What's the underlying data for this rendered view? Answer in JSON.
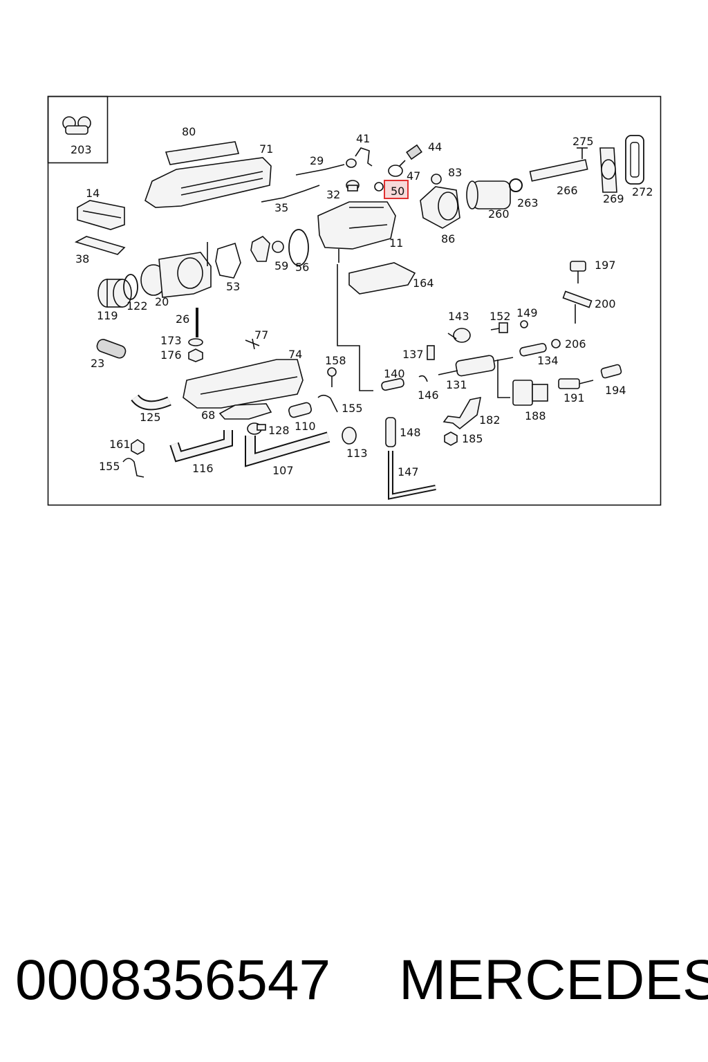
{
  "labels": {
    "l203": "203",
    "l80": "80",
    "l71": "71",
    "l41": "41",
    "l44": "44",
    "l29": "29",
    "l47": "47",
    "l83": "83",
    "l275": "275",
    "l14": "14",
    "l32": "32",
    "l35": "35",
    "l263": "263",
    "l266": "266",
    "l269": "269",
    "l272": "272",
    "l260": "260",
    "l86": "86",
    "l11": "11",
    "l38": "38",
    "l59": "59",
    "l56": "56",
    "l53": "53",
    "l197": "197",
    "l164": "164",
    "l119": "119",
    "l122": "122",
    "l20": "20",
    "l200": "200",
    "l26": "26",
    "l143": "143",
    "l152": "152",
    "l149": "149",
    "l173": "173",
    "l176": "176",
    "l77": "77",
    "l206": "206",
    "l23": "23",
    "l137": "137",
    "l134": "134",
    "l74": "74",
    "l158": "158",
    "l140": "140",
    "l146": "146",
    "l131": "131",
    "l191": "191",
    "l194": "194",
    "l125": "125",
    "l68": "68",
    "l110": "110",
    "l155a": "155",
    "l182": "182",
    "l188": "188",
    "l128": "128",
    "l148": "148",
    "l185": "185",
    "l161": "161",
    "l113": "113",
    "l116": "116",
    "l107": "107",
    "l155b": "155",
    "l147": "147"
  },
  "highlight": {
    "label": "50",
    "color": "#e03030",
    "fill": "#f7d9d9"
  },
  "caption": {
    "part_number": "0008356547",
    "brand": "MERCEDES"
  }
}
